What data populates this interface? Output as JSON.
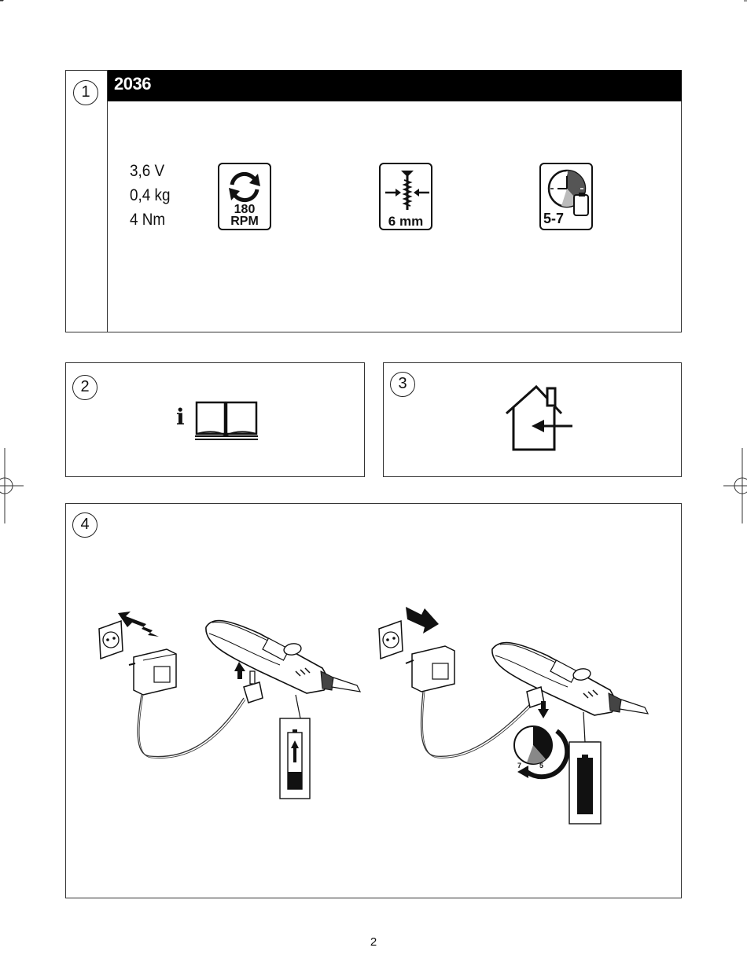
{
  "panel1": {
    "number": "1",
    "model": "2036",
    "specs": {
      "voltage": "3,6 V",
      "weight": "0,4 kg",
      "torque": "4 Nm"
    },
    "icons": {
      "speed_value": "180",
      "speed_unit": "RPM",
      "screw_size": "6 mm",
      "charge_time": "5-7"
    }
  },
  "panel2": {
    "number": "2"
  },
  "panel3": {
    "number": "3"
  },
  "panel4": {
    "number": "4",
    "clock_left": "7",
    "clock_right": "5"
  },
  "page_number": "2"
}
